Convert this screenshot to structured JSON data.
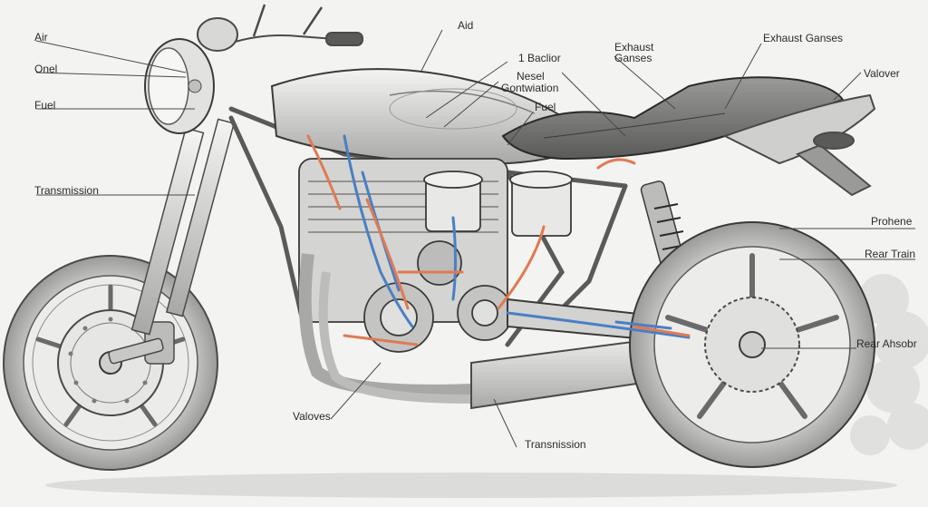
{
  "labels": {
    "air": "Air",
    "onel": "Onel",
    "fuel_left": "Fuel",
    "transmission_left": "Transmission",
    "aid": "Aid",
    "one_bacliar": "1 Baclior",
    "nesel": "Nesel",
    "gontwiation": "Gontwiation",
    "fuel_mid": "Fuel",
    "exhaust_1": "Exhaust",
    "exhaust_2": "Ganses",
    "exhaust_ganses": "Exhaust Ganses",
    "valover": "Valover",
    "prohene": "Prohene",
    "rear_train": "Rear Train",
    "rear_ahsobr": "Rear Ahsobr",
    "valoves": "Valoves",
    "transmission_bottom": "Transnission"
  },
  "colors": {
    "ink": "#4a4a4a",
    "intake_flow": "#4a7fc4",
    "exhaust_flow": "#e07a52",
    "background": "#f3f3f1"
  }
}
